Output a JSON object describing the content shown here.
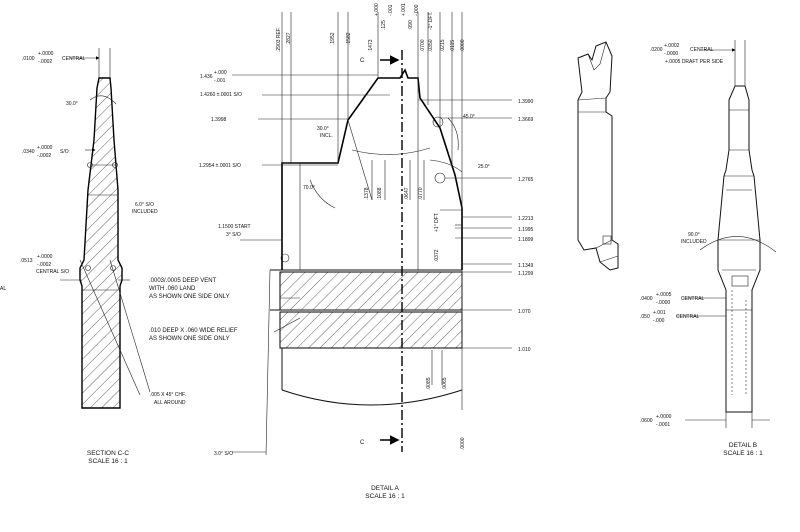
{
  "section_cc": {
    "caption": [
      "SECTION C-C",
      "SCALE 16 : 1"
    ],
    "dims": {
      "top_width": ".0100",
      "top_tol_plus": "+.0000",
      "top_tol_minus": "-.0002",
      "top_note": "CENTRAL",
      "angle": "30.0°",
      "mid_width": ".0340",
      "mid_tol_plus": "+.0000",
      "mid_tol_minus": "-.0002",
      "mid_note": "S/O",
      "taper": "6.0° S/O",
      "taper_note": "INCLUDED",
      "base_width": ".0513",
      "base_tol_plus": "+.0000",
      "base_tol_minus": "-.0002",
      "base_note": "CENTRAL S/O",
      "left_edge": "AL",
      "chamfer": ".005 X 45° CHF.",
      "chamfer_note": "ALL AROUND"
    }
  },
  "detail_a": {
    "caption": [
      "DETAIL A",
      "SCALE 16 : 1"
    ],
    "section_label": "C",
    "top_dims": [
      ".2903 REF.",
      ".2827",
      ".1952",
      ".1582",
      ".1473",
      ".125",
      "+.000",
      "-.001",
      ".090",
      "+.001",
      "-.000",
      ".0700",
      ".0350",
      "-1° DFT.",
      ".0215",
      ".0115",
      ".0000"
    ],
    "left_dims": {
      "d1": "1.436",
      "d1_plus": "+.000",
      "d1_minus": "-.001",
      "d2": "1.4260 ±.0001 S/O",
      "d3": "1.3998",
      "incl_angle": "30.0°",
      "incl_note": "INCL.",
      "d4": "1.2954 ±.0001 S/O",
      "angle70": "70.0°",
      "start": "1.1500  START",
      "start_note": "3° S/O",
      "vent": [
        ".0003/.0005 DEEP VENT",
        "WITH .060 LAND",
        "AS SHOWN ONE SIDE ONLY"
      ],
      "relief": [
        ".010 DEEP X .060 WIDE RELIEF",
        "AS SHOWN ONE SIDE ONLY"
      ],
      "draft_bottom": "3.0° S/O"
    },
    "inner_dims": [
      ".1378",
      ".1088",
      ".0647",
      ".0770",
      ".0372",
      "+1° DFT.",
      ".0085",
      ".0065"
    ],
    "right_dims": [
      "1.3990",
      "1.3669",
      "1.2765",
      "1.2213",
      "1.1995",
      "1.1899",
      "1.1349",
      "1.1299",
      "1.070",
      "1.010"
    ],
    "right_angles": [
      "45.0°",
      "25.0°"
    ]
  },
  "detail_b": {
    "caption": [
      "DETAIL B",
      "SCALE 16 : 1"
    ],
    "dims": {
      "top": ".0200",
      "top_plus": "+.0002",
      "top_minus": "-.0000",
      "top_note": "CENTRAL",
      "draft": "+.0005 DRAFT PER SIDE",
      "angle": "90.0°",
      "angle_note": "INCLUDED",
      "mid": ".0400",
      "mid_plus": "+.0005",
      "mid_minus": "-.0000",
      "mid_note": "CENTRAL",
      "low": ".050",
      "low_plus": "+.001",
      "low_minus": "-.000",
      "low_note": "CENTRAL",
      "bottom": ".0600",
      "bottom_plus": "+.0000",
      "bottom_minus": "-.0001"
    }
  }
}
